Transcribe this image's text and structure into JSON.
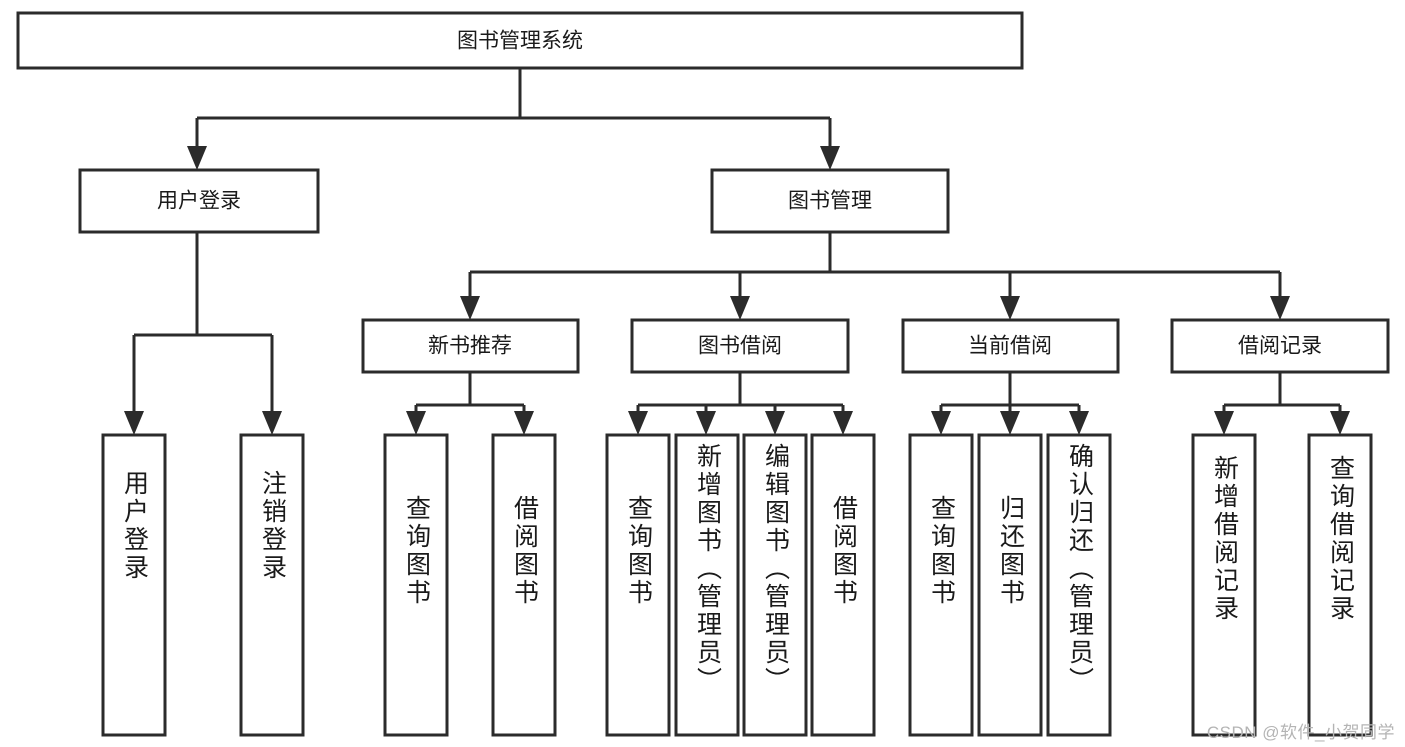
{
  "diagram": {
    "title": "图书管理系统",
    "type": "tree-hierarchy-chart",
    "root": {
      "label": "图书管理系统"
    },
    "level2": [
      {
        "label": "用户登录"
      },
      {
        "label": "图书管理"
      }
    ],
    "level3": [
      {
        "label": "新书推荐"
      },
      {
        "label": "图书借阅"
      },
      {
        "label": "当前借阅"
      },
      {
        "label": "借阅记录"
      }
    ],
    "leaves": {
      "user_login": [
        {
          "label": "用户登录"
        },
        {
          "label": "注销登录"
        }
      ],
      "new_book_recommend": [
        {
          "label": "查询图书"
        },
        {
          "label": "借阅图书"
        }
      ],
      "book_borrow": [
        {
          "label": "查询图书"
        },
        {
          "label": "新增图书（管理员）"
        },
        {
          "label": "编辑图书（管理员）"
        },
        {
          "label": "借阅图书"
        }
      ],
      "current_borrow": [
        {
          "label": "查询图书"
        },
        {
          "label": "归还图书"
        },
        {
          "label": "确认归还（管理员）"
        }
      ],
      "borrow_record": [
        {
          "label": "新增借阅记录"
        },
        {
          "label": "查询借阅记录"
        }
      ]
    }
  },
  "watermark": {
    "text": "CSDN @软件_小贺同学"
  },
  "colors": {
    "stroke": "#2b2b2b",
    "fill": "#ffffff",
    "text": "#1a1a1a",
    "watermark": "#b4b4b4"
  }
}
